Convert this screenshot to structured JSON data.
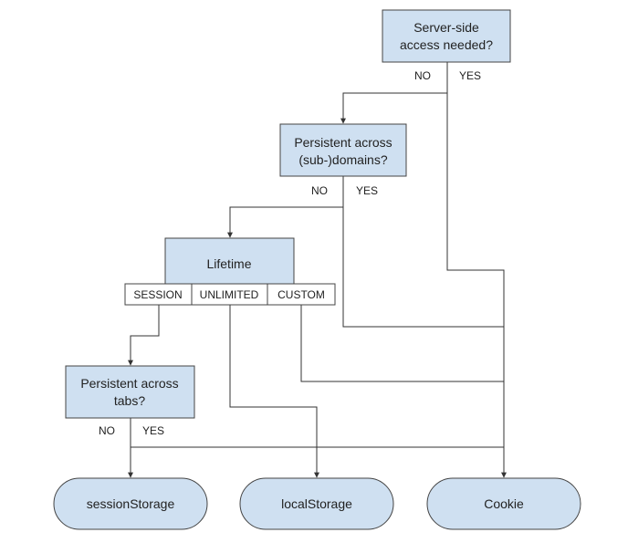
{
  "colors": {
    "node_fill": "#cfe0f1",
    "stroke": "#444444",
    "line": "#333333",
    "background": "#ffffff"
  },
  "nodes": {
    "server_side": {
      "line1": "Server-side",
      "line2": "access needed?"
    },
    "persistent_domains": {
      "line1": "Persistent across",
      "line2": "(sub-)domains?"
    },
    "lifetime": {
      "label": "Lifetime"
    },
    "persistent_tabs": {
      "line1": "Persistent across",
      "line2": "tabs?"
    }
  },
  "lifetime_options": {
    "session": "SESSION",
    "unlimited": "UNLIMITED",
    "custom": "CUSTOM"
  },
  "edge_labels": {
    "server_no": "NO",
    "server_yes": "YES",
    "domains_no": "NO",
    "domains_yes": "YES",
    "tabs_no": "NO",
    "tabs_yes": "YES"
  },
  "outcomes": {
    "session_storage": "sessionStorage",
    "local_storage": "localStorage",
    "cookie": "Cookie"
  }
}
